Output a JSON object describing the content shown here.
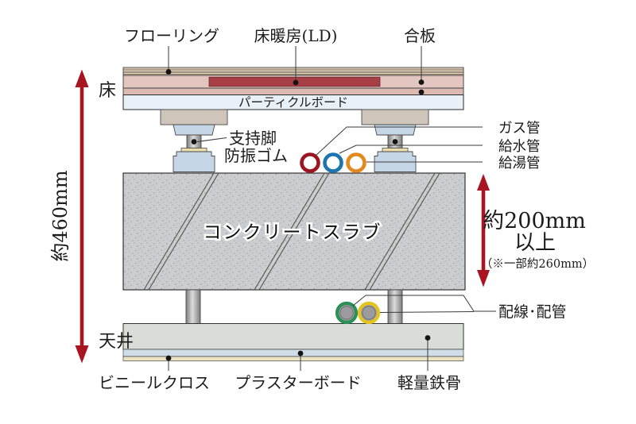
{
  "labels": {
    "flooring": "フローリング",
    "floor_heating": "床暖房(LD)",
    "plywood": "合板",
    "floor": "床",
    "particle_board": "パーティクルボード",
    "support_leg": "支持脚",
    "anti_vibration_rubber": "防振ゴム",
    "gas_pipe": "ガス管",
    "water_supply_pipe": "給水管",
    "hot_water_pipe": "給湯管",
    "concrete_slab": "コンクリートスラブ",
    "wiring_piping": "配線･配管",
    "ceiling": "天井",
    "vinyl_cloth": "ビニールクロス",
    "plaster_board": "プラスターボード",
    "lightweight_steel": "軽量鉄骨"
  },
  "dimensions": {
    "overall_height": "約460mm",
    "slab_min_line1": "約200mm",
    "slab_min_line2": "以上",
    "slab_note": "（※一部約260mm）"
  },
  "colors": {
    "dimension_red": "#a81420",
    "floor_heating_red": "#a83e46",
    "gas_ring": "#9e1522",
    "water_ring": "#1c74b0",
    "hot_water_ring": "#e28a1e",
    "wiring_green": "#2a9058",
    "wiring_yellow": "#e5c41e",
    "slab_gray": "#cbcdd1",
    "pipe_inner_gray": "#9c9ca0"
  }
}
